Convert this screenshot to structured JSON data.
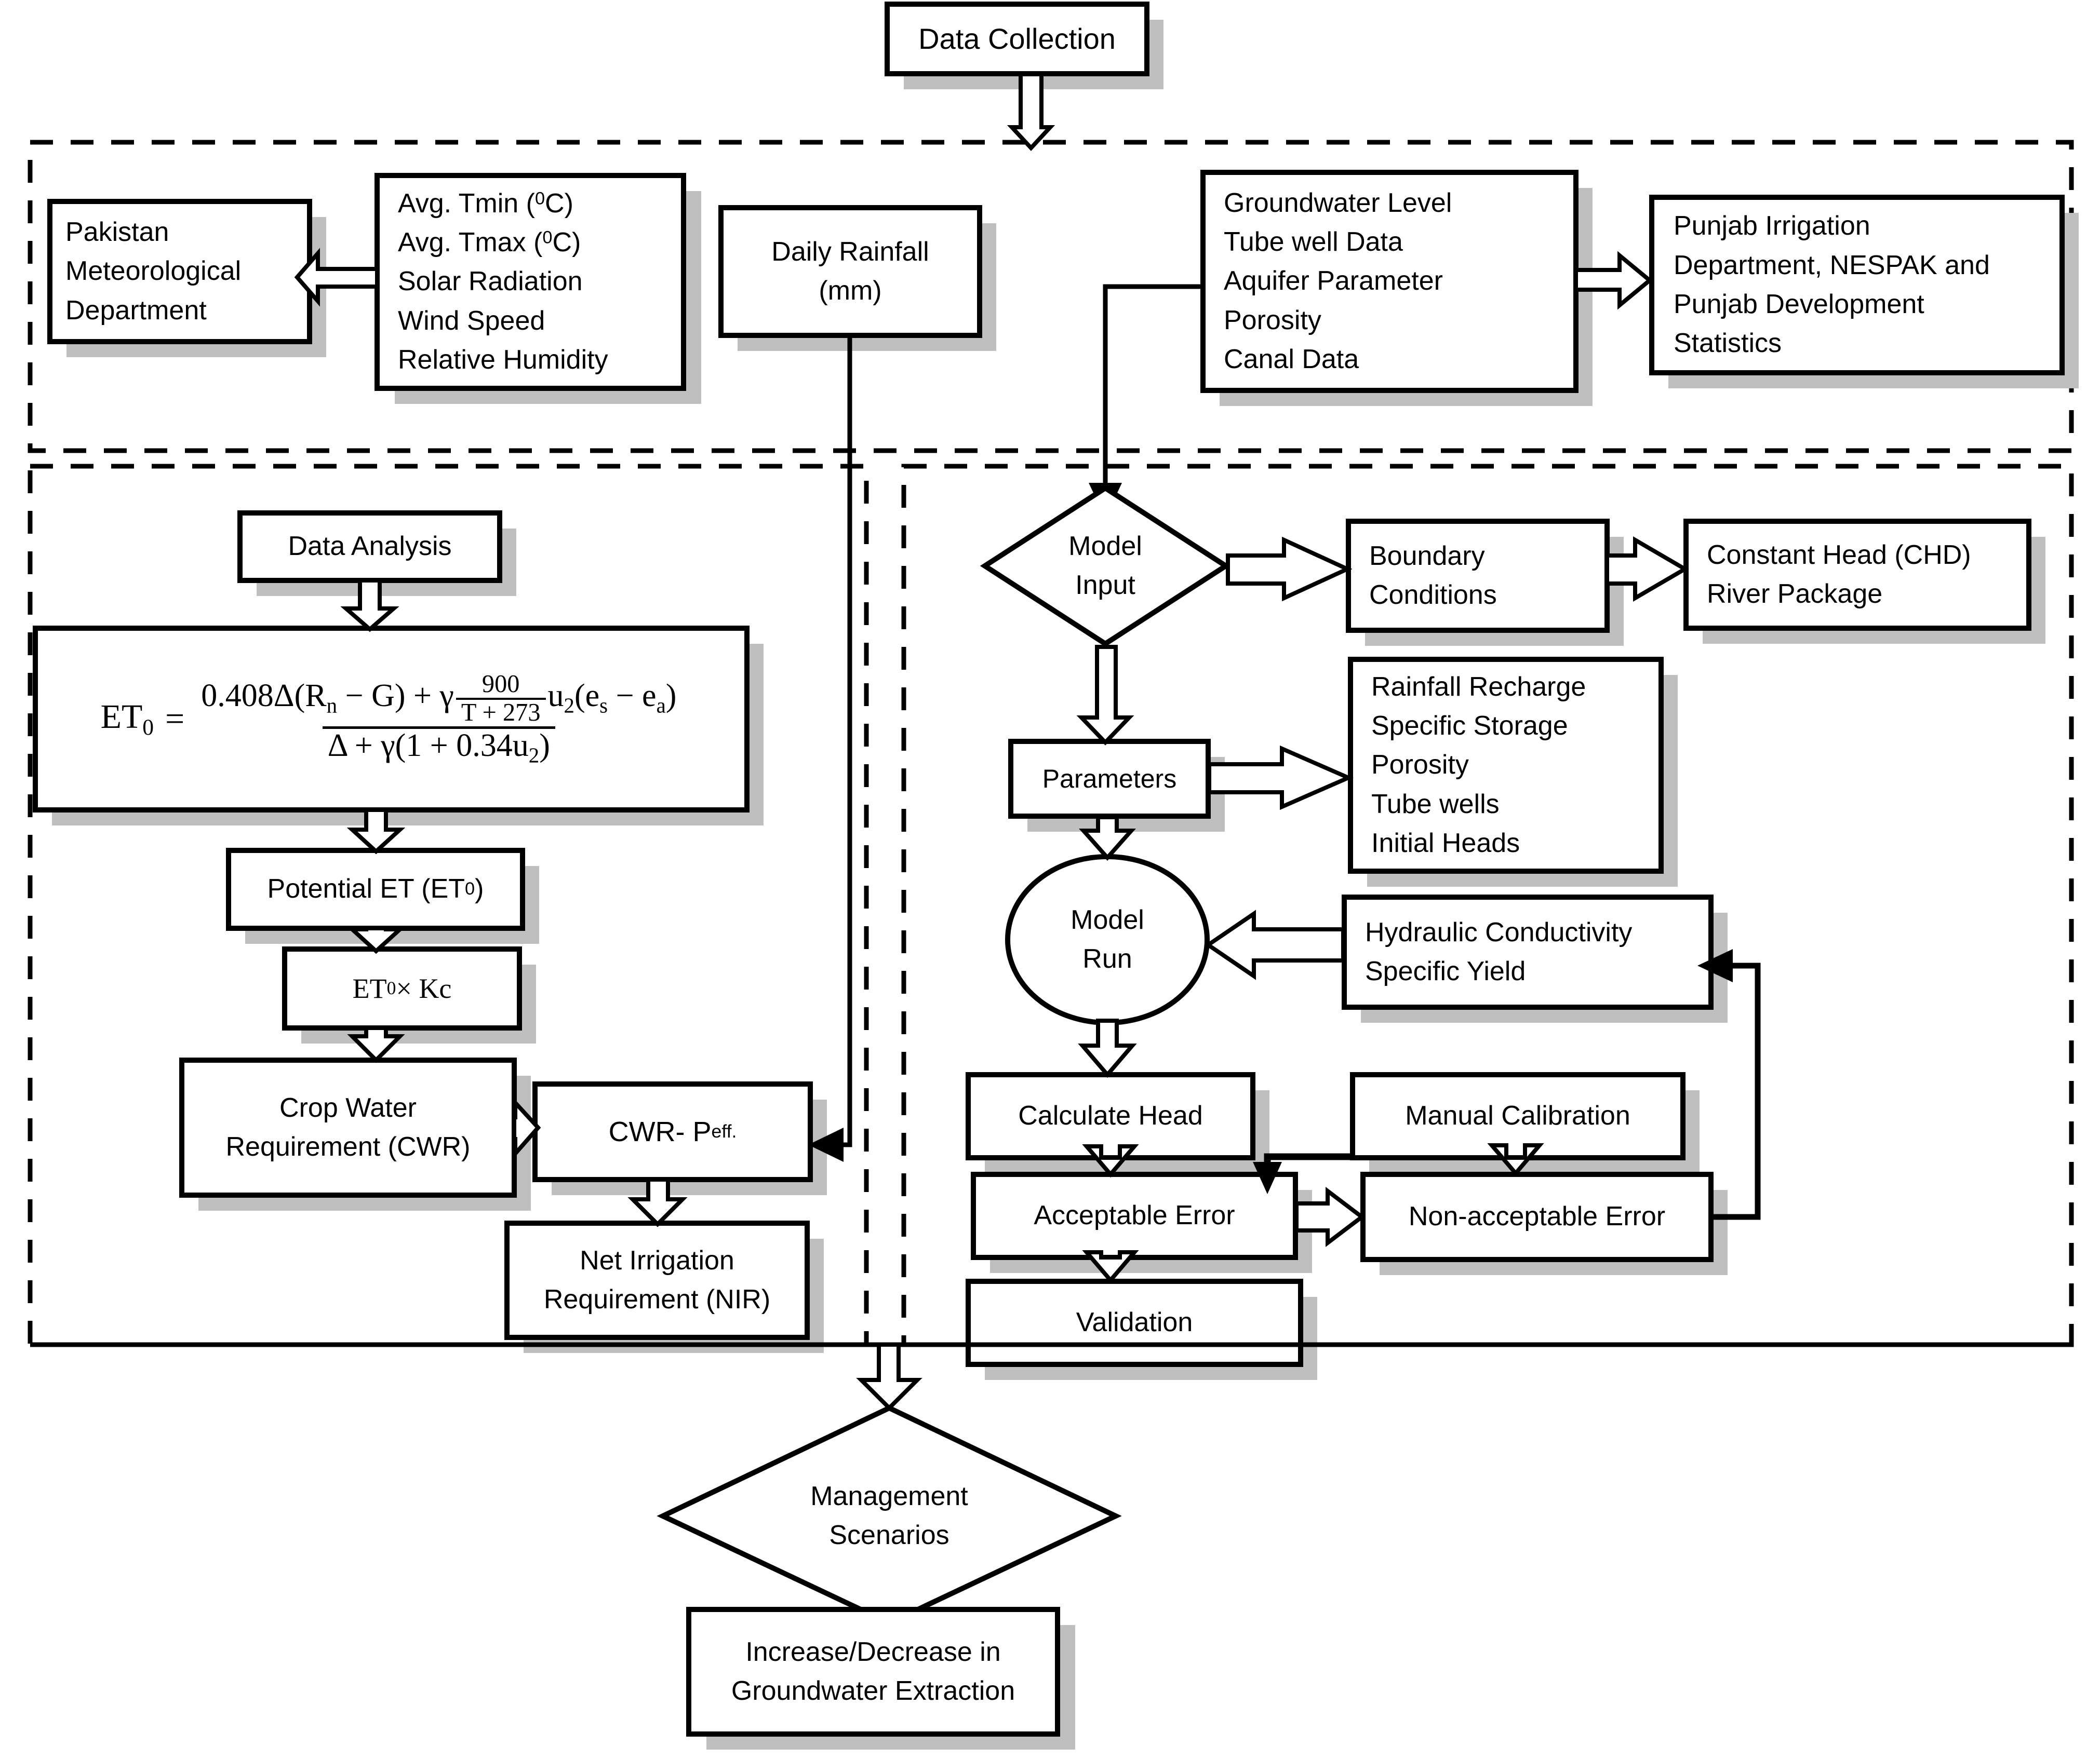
{
  "diagram": {
    "title": "Data Collection",
    "nodes": {
      "data_collection": "Data Collection",
      "pmd": "Pakistan\nMeteorological\nDepartment",
      "met_vars": "Avg. Tmin (0C)\nAvg. Tmax (0C)\nSolar Radiation\nWind Speed\nRelative Humidity",
      "met_vars_lines": [
        "Avg. Tmin (0C)",
        "Avg. Tmax (0C)",
        "Solar Radiation",
        "Wind Speed",
        "Relative Humidity"
      ],
      "daily_rainfall": "Daily Rainfall\n(mm)",
      "gw_data": "Groundwater Level\nTube well Data\nAquifer Parameter\nPorosity\nCanal Data",
      "gw_data_lines": [
        "Groundwater Level",
        "Tube well Data",
        "Aquifer Parameter",
        "Porosity",
        "Canal Data"
      ],
      "agencies": "Punjab Irrigation\nDepartment, NESPAK and\nPunjab Development\nStatistics",
      "data_analysis": "Data Analysis",
      "potential_et": "Potential ET (ET0)",
      "et_kc": "ET0 × Kc",
      "cwr": "Crop Water\nRequirement (CWR)",
      "cwr_peff": "CWR- Peff.",
      "nir": "Net Irrigation\nRequirement (NIR)",
      "model_input": "Model\nInput",
      "boundary_conditions": "Boundary\nConditions",
      "chd": "Constant Head (CHD)\nRiver Package",
      "parameters": "Parameters",
      "param_list": "Rainfall Recharge\nSpecific Storage\nPorosity\nTube wells\nInitial Heads",
      "param_list_lines": [
        "Rainfall Recharge",
        "Specific Storage",
        "Porosity",
        "Tube wells",
        "Initial Heads"
      ],
      "model_run": "Model\nRun",
      "hydraulic": "Hydraulic Conductivity\nSpecific Yield",
      "calculate_head": "Calculate Head",
      "manual_calibration": "Manual Calibration",
      "acceptable_error": "Acceptable Error",
      "non_acceptable_error": "Non-acceptable Error",
      "validation": "Validation",
      "management_scenarios": "Management\nScenarios",
      "extraction": "Increase/Decrease in\nGroundwater Extraction"
    },
    "formula": {
      "lhs": "ET",
      "lhs_sub": "0",
      "equals": "=",
      "numerator_a": "0.408Δ(R",
      "numerator_a_sub": "n",
      "numerator_b": " − G) + γ",
      "inner_num": "900",
      "inner_den": "T + 273",
      "numerator_c": "u",
      "numerator_c_sub": "2",
      "numerator_d": "(e",
      "numerator_d_sub": "s",
      "numerator_e": " − e",
      "numerator_e_sub": "a",
      "numerator_f": ")",
      "denominator": "Δ + γ(1 + 0.34u",
      "denominator_sub": "2",
      "denominator_end": ")"
    },
    "colors": {
      "stroke": "#000000",
      "fill": "#ffffff",
      "shadow": "#bfbfbf",
      "background": "#ffffff"
    }
  }
}
